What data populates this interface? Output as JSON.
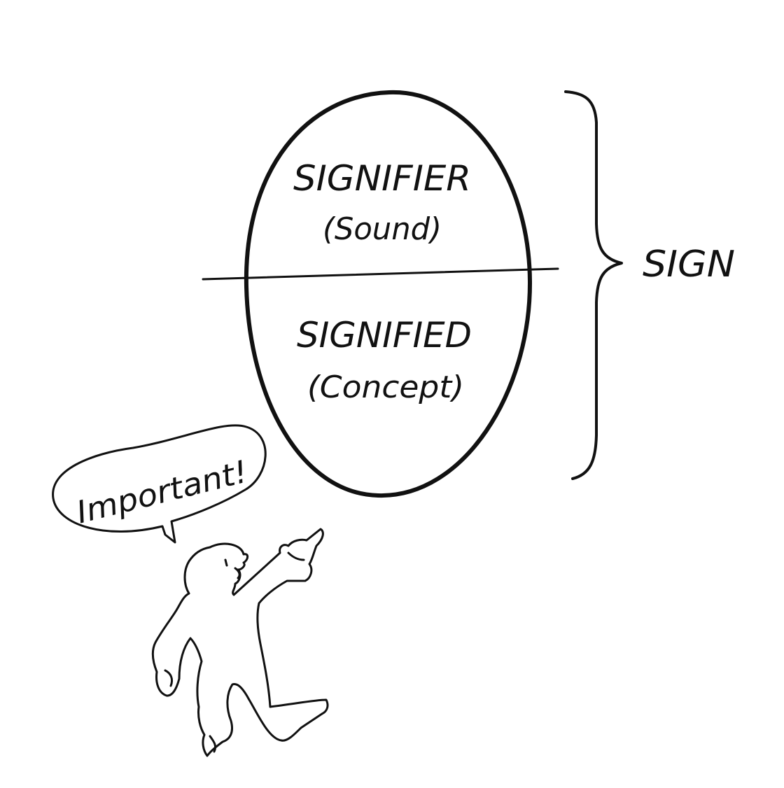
{
  "diagram": {
    "signifier": {
      "title": "SIGNIFIER",
      "subtitle": "(Sound)"
    },
    "signified": {
      "title": "SIGNIFIED",
      "subtitle": "(Concept)"
    },
    "sign_label": "SIGN",
    "speech_bubble": "Important!",
    "colors": {
      "ink": "#111111",
      "background": "#ffffff"
    }
  }
}
